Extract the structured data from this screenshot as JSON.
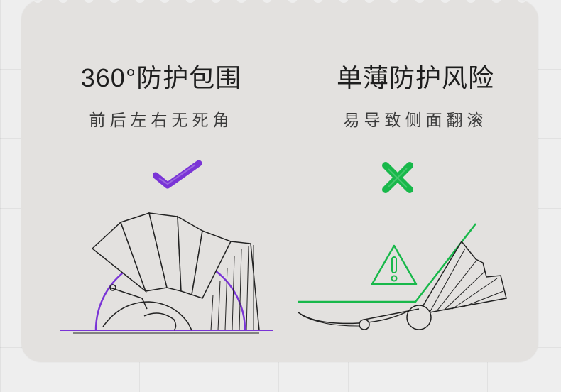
{
  "left": {
    "title": "360°防护包围",
    "subtitle": "前后左右无死角",
    "status_icon": "check-icon",
    "status_color": "#7a34d6"
  },
  "right": {
    "title": "单薄防护风险",
    "subtitle": "易导致侧面翻滚",
    "status_icon": "cross-icon",
    "status_color": "#18b84a",
    "warning_icon": "warning-triangle-icon"
  },
  "colors": {
    "card_bg": "#e3e1df",
    "page_bg": "#eeeeee",
    "purple": "#7a34d6",
    "green": "#18b84a",
    "line": "#222222"
  }
}
